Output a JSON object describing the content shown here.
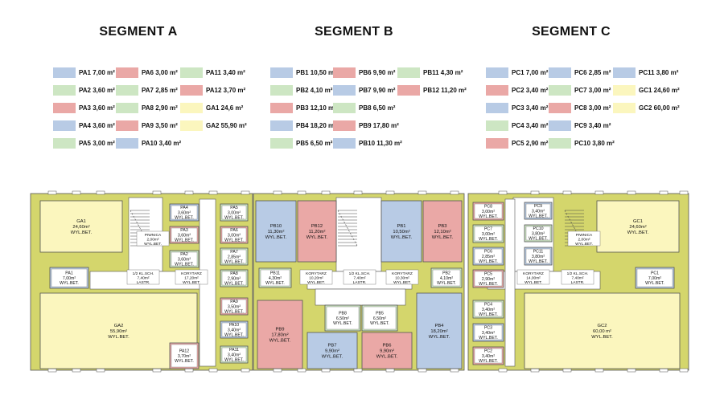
{
  "colors": {
    "blue": "#b8cbe5",
    "red": "#eaa8a6",
    "green": "#cde6c3",
    "yellow": "#fbf6be",
    "wall": "#d4d66c",
    "room_fill": "#ffffff"
  },
  "segments": [
    {
      "title": "SEGMENT A",
      "legend": [
        [
          {
            "color": "blue",
            "text": "PA1 7,00 m²"
          },
          {
            "color": "green",
            "text": "PA2 3,60 m²"
          },
          {
            "color": "red",
            "text": "PA3 3,60 m²"
          },
          {
            "color": "blue",
            "text": "PA4 3,60 m²"
          },
          {
            "color": "green",
            "text": "PA5 3,00 m²"
          }
        ],
        [
          {
            "color": "red",
            "text": "PA6 3,00 m²"
          },
          {
            "color": "green",
            "text": "PA7 2,85 m²"
          },
          {
            "color": "green",
            "text": "PA8 2,90 m²"
          },
          {
            "color": "red",
            "text": "PA9 3,50 m²"
          },
          {
            "color": "blue",
            "text": "PA10 3,40 m²"
          }
        ],
        [
          {
            "color": "green",
            "text": "PA11 3,40 m²"
          },
          {
            "color": "red",
            "text": "PA12 3,70 m²"
          },
          {
            "color": "yellow",
            "text": "GA1 24,6 m²"
          },
          {
            "color": "yellow",
            "text": "GA2 55,90 m²"
          }
        ]
      ]
    },
    {
      "title": "SEGMENT B",
      "legend": [
        [
          {
            "color": "blue",
            "text": "PB1 10,50 m²"
          },
          {
            "color": "green",
            "text": "PB2 4,10 m²"
          },
          {
            "color": "red",
            "text": "PB3 12,10 m²"
          },
          {
            "color": "blue",
            "text": "PB4 18,20 m²"
          },
          {
            "color": "green",
            "text": "PB5 6,50 m²"
          }
        ],
        [
          {
            "color": "red",
            "text": "PB6 9,90 m²"
          },
          {
            "color": "blue",
            "text": "PB7 9,90 m²"
          },
          {
            "color": "green",
            "text": "PB8 6,50 m²"
          },
          {
            "color": "red",
            "text": "PB9 17,80 m²"
          },
          {
            "color": "blue",
            "text": "PB10 11,30 m²"
          }
        ],
        [
          {
            "color": "green",
            "text": "PB11 4,30 m²"
          },
          {
            "color": "red",
            "text": "PB12 11,20 m²"
          }
        ]
      ]
    },
    {
      "title": "SEGMENT C",
      "legend": [
        [
          {
            "color": "blue",
            "text": "PC1 7,00 m²"
          },
          {
            "color": "red",
            "text": "PC2 3,40 m²"
          },
          {
            "color": "blue",
            "text": "PC3 3,40 m²"
          },
          {
            "color": "green",
            "text": "PC4 3,40 m²"
          },
          {
            "color": "red",
            "text": "PC5 2,90 m²"
          }
        ],
        [
          {
            "color": "blue",
            "text": "PC6 2,85 m²"
          },
          {
            "color": "green",
            "text": "PC7 3,00 m²"
          },
          {
            "color": "red",
            "text": "PC8 3,00 m²"
          },
          {
            "color": "blue",
            "text": "PC9 3,40 m²"
          },
          {
            "color": "green",
            "text": "PC10 3,80 m²"
          }
        ],
        [
          {
            "color": "blue",
            "text": "PC11 3,80 m²"
          },
          {
            "color": "yellow",
            "text": "GC1 24,60 m²"
          },
          {
            "color": "yellow",
            "text": "GC2 60,00 m²"
          }
        ]
      ]
    }
  ],
  "rooms": [
    {
      "c": "yellow",
      "l": [
        "GA1",
        "24,60m²",
        "WYL.BET."
      ]
    },
    {
      "c": "blue",
      "l": [
        "PA1",
        "7,00m²",
        "WYL.BET."
      ]
    },
    {
      "c": "yellow",
      "l": [
        "GA2",
        "55,90m²",
        "WYL.BET."
      ]
    },
    {
      "c": "red",
      "l": [
        "PA12",
        "3,70m²",
        "WYL.BET."
      ]
    },
    {
      "c": "blue",
      "l": [
        "PA4",
        "3,60m²",
        "WYL.BET."
      ]
    },
    {
      "c": "red",
      "l": [
        "PA3",
        "3,60m²",
        "WYL.BET."
      ]
    },
    {
      "c": "green",
      "l": [
        "PA2",
        "3,60m²",
        "WYL.BET."
      ]
    },
    {
      "c": "green",
      "l": [
        "PA5",
        "3,00m²",
        "WYL.BET."
      ]
    },
    {
      "c": "red",
      "l": [
        "PA6",
        "3,00m²",
        "WYL.BET."
      ]
    },
    {
      "c": "green",
      "l": [
        "PA7",
        "2,85m²",
        "WYL.BET."
      ]
    },
    {
      "c": "green",
      "l": [
        "PA8",
        "2,90m²",
        "WYL.BET."
      ]
    },
    {
      "c": "red",
      "l": [
        "PA9",
        "3,50m²",
        "WYL.BET."
      ]
    },
    {
      "c": "blue",
      "l": [
        "PA10",
        "3,40m²",
        "WYL.BET."
      ]
    },
    {
      "c": "green",
      "l": [
        "PA11",
        "3,40m²",
        "WYL.BET."
      ]
    },
    {
      "c": "blue",
      "l": [
        "PB10",
        "11,30m²",
        "WYL.BET."
      ]
    },
    {
      "c": "red",
      "l": [
        "PB12",
        "11,20m²",
        "WYL.BET."
      ]
    },
    {
      "c": "green",
      "l": [
        "PB11",
        "4,30m²",
        "WYL.BET."
      ]
    },
    {
      "c": "red",
      "l": [
        "PB9",
        "17,80m²",
        "WYL.BET."
      ]
    },
    {
      "c": "green",
      "l": [
        "PB8",
        "6,50m²",
        "WYL.BET."
      ]
    },
    {
      "c": "green",
      "l": [
        "PB5",
        "6,50m²",
        "WYL.BET."
      ]
    },
    {
      "c": "blue",
      "l": [
        "PB7",
        "9,90m²",
        "WYL.BET."
      ]
    },
    {
      "c": "red",
      "l": [
        "PB6",
        "9,90m²",
        "WYL.BET."
      ]
    },
    {
      "c": "blue",
      "l": [
        "PB1",
        "10,50m²",
        "WYL.BET."
      ]
    },
    {
      "c": "red",
      "l": [
        "PB3",
        "12,10m²",
        "WYL.BET."
      ]
    },
    {
      "c": "green",
      "l": [
        "PB2",
        "4,10m²",
        "WYL.BET."
      ]
    },
    {
      "c": "blue",
      "l": [
        "PB4",
        "18,20m²",
        "WYL.BET."
      ]
    },
    {
      "c": "red",
      "l": [
        "PC8",
        "3,00m²",
        "WYL.BET."
      ]
    },
    {
      "c": "green",
      "l": [
        "PC7",
        "3,00m²",
        "WYL.BET."
      ]
    },
    {
      "c": "blue",
      "l": [
        "PC6",
        "2,85m²",
        "WYL.BET."
      ]
    },
    {
      "c": "red",
      "l": [
        "PC5",
        "2,90m²",
        "WYL.BET."
      ]
    },
    {
      "c": "green",
      "l": [
        "PC4",
        "3,40m²",
        "WYL.BET."
      ]
    },
    {
      "c": "blue",
      "l": [
        "PC3",
        "3,40m²",
        "WYL.BET."
      ]
    },
    {
      "c": "red",
      "l": [
        "PC2",
        "3,40m²",
        "WYL.BET."
      ]
    },
    {
      "c": "blue",
      "l": [
        "PC9",
        "3,40m²",
        "WYL.BET."
      ]
    },
    {
      "c": "green",
      "l": [
        "PC10",
        "3,80m²",
        "WYL.BET."
      ]
    },
    {
      "c": "blue",
      "l": [
        "PC11",
        "3,80m²",
        "WYL.BET."
      ]
    },
    {
      "c": "yellow",
      "l": [
        "GC1",
        "24,60m²",
        "WYL.BET."
      ]
    },
    {
      "c": "blue",
      "l": [
        "PC1",
        "7,00m²",
        "WYL.BET."
      ]
    },
    {
      "c": "yellow",
      "l": [
        "GC2",
        "60,00 m²",
        "WYL.BET."
      ]
    }
  ],
  "labels": [
    {
      "l": [
        "PIWNICA",
        "2,00m²",
        "WYL.BET."
      ]
    },
    {
      "l": [
        "1/2 KL.SCH.",
        "7,40m²",
        "LASTR."
      ]
    },
    {
      "l": [
        "KORYTARZ",
        "17,20m²",
        "WYL.BET."
      ]
    },
    {
      "l": [
        "KORYTARZ",
        "10,20m²",
        "WYL.BET."
      ]
    },
    {
      "l": [
        "1/2 KL.SCH.",
        "7,40m²",
        "LASTR."
      ]
    },
    {
      "l": [
        "KORYTARZ",
        "10,30m²",
        "WYL.BET."
      ]
    },
    {
      "l": [
        "PIWNICA",
        "2,00m²",
        "WYL.BET."
      ]
    },
    {
      "l": [
        "KORYTARZ",
        "14,00m²",
        "WYL.BET."
      ]
    },
    {
      "l": [
        "1/2 KL.SCH.",
        "7,40m²",
        "LASTR."
      ]
    }
  ]
}
